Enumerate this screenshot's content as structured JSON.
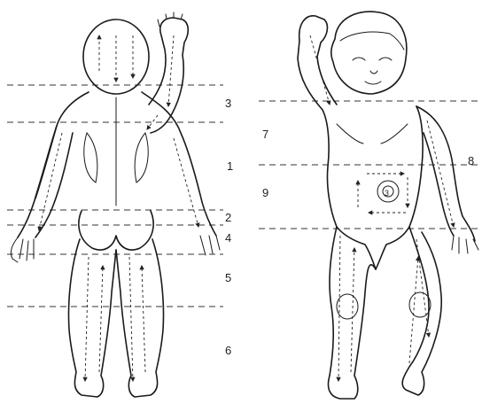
{
  "diagram": {
    "zone_labels": [
      {
        "id": "zone-3",
        "text": "3"
      },
      {
        "id": "zone-1",
        "text": "1"
      },
      {
        "id": "zone-2",
        "text": "2"
      },
      {
        "id": "zone-4",
        "text": "4"
      },
      {
        "id": "zone-5",
        "text": "5"
      },
      {
        "id": "zone-6",
        "text": "6"
      },
      {
        "id": "zone-7",
        "text": "7"
      },
      {
        "id": "zone-9",
        "text": "9"
      },
      {
        "id": "zone-8",
        "text": "8"
      }
    ],
    "navel_label": "3",
    "colors": {
      "ink": "#1a1a1a",
      "background": "#ffffff"
    }
  }
}
